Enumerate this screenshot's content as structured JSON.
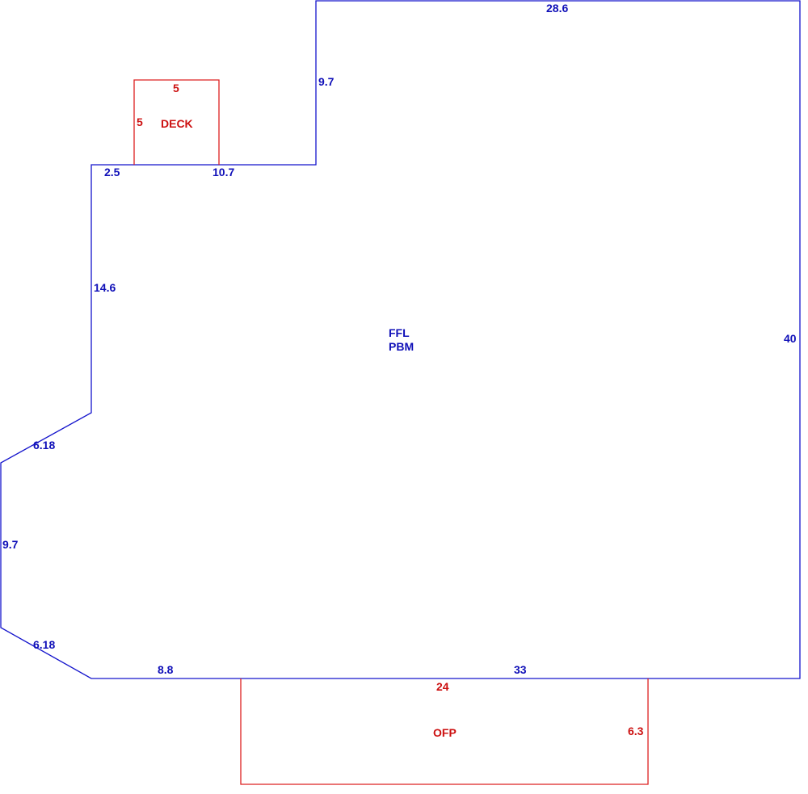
{
  "colors": {
    "main_outline": "#1414cc",
    "main_text": "#1010b8",
    "aux_outline": "#dd2020",
    "aux_text": "#cc1010",
    "background": "#ffffff"
  },
  "main_area": {
    "labels": [
      "FFL",
      "PBM"
    ],
    "dimensions": {
      "top": "28.6",
      "right": "40",
      "bottom_right": "33",
      "bottom_left": "8.8",
      "lower_chamfer": "6.18",
      "left_wall": "9.7",
      "upper_chamfer": "6.18",
      "left_upper": "14.6",
      "top_left_short": "2.5",
      "top_left_mid": "10.7",
      "notch_vertical": "9.7"
    }
  },
  "deck": {
    "label": "DECK",
    "width": "5",
    "depth": "5"
  },
  "porch": {
    "label": "OFP",
    "width": "24",
    "depth": "6.3"
  }
}
